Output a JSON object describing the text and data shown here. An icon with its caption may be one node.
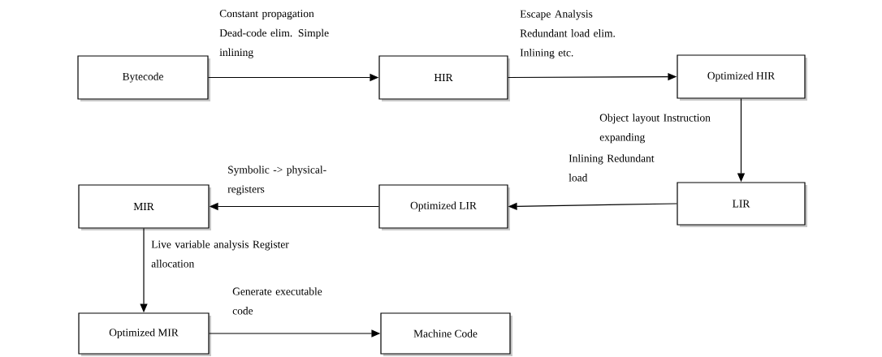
{
  "diagram": {
    "nodes": [
      {
        "text": [
          "Bytecode"
        ]
      },
      {
        "text": [
          "HIR"
        ]
      },
      {
        "text": [
          "Optimized HIR"
        ]
      },
      {
        "text": [
          "LIR"
        ]
      },
      {
        "text": [
          "Optimized LIR"
        ]
      },
      {
        "text": [
          "MIR"
        ]
      },
      {
        "text": [
          "Optimized MIR"
        ]
      },
      {
        "text": [
          "Machine Code"
        ]
      }
    ],
    "edges": [
      {
        "from": 0,
        "to": 1,
        "arrow": "to",
        "label": "Constant propagation Dead-code elim. Simple inlining"
      },
      {
        "from": 1,
        "to": 2,
        "arrow": "to",
        "label": "Escape Analysis Redundant load elim. Inlining etc."
      },
      {
        "from": 2,
        "to": 3,
        "arrow": "to",
        "label": "Object layout Instruction expanding"
      },
      {
        "from": 3,
        "to": 4,
        "arrow": "to",
        "label": "Inlining Redundant load"
      },
      {
        "from": 4,
        "to": 5,
        "arrow": "to",
        "label": "Symbolic -> physical- registers"
      },
      {
        "from": 5,
        "to": 6,
        "arrow": "to",
        "label": "Live variable analysis Register allocation"
      },
      {
        "from": 6,
        "to": 7,
        "arrow": "to",
        "label": "Generate executable code"
      }
    ]
  }
}
